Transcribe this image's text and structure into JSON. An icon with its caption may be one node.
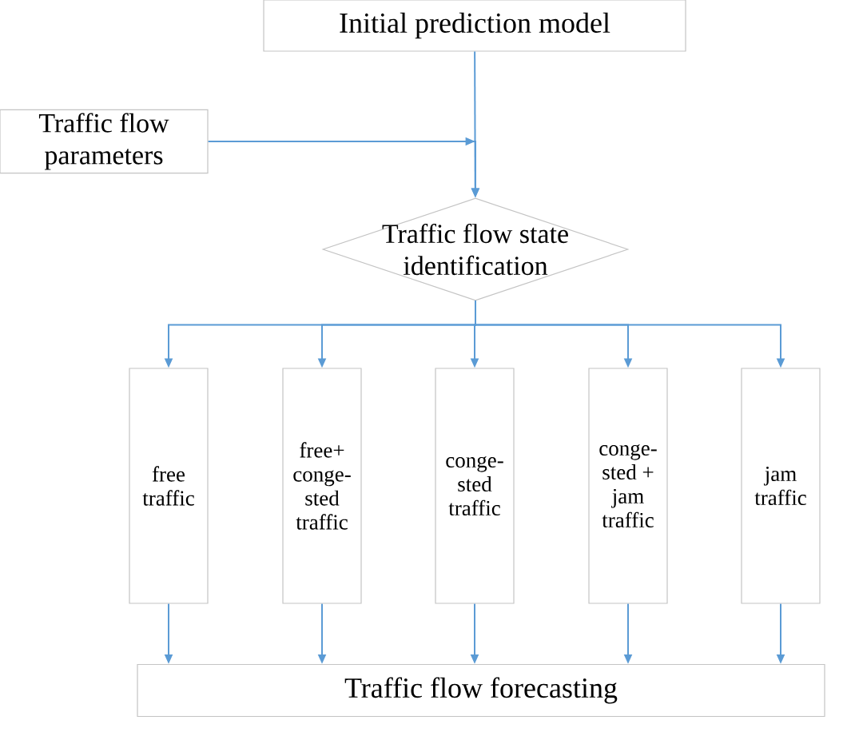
{
  "diagram": {
    "nodes": [
      {
        "text": [
          "Initial prediction model"
        ]
      },
      {
        "text": [
          "Traffic flow parameters"
        ]
      },
      {
        "text": [
          "Traffic flow state identification"
        ]
      },
      {
        "text": [
          "free traffic"
        ]
      },
      {
        "text": [
          "free+ conge- sted traffic"
        ]
      },
      {
        "text": [
          "conge- sted traffic"
        ]
      },
      {
        "text": [
          "conge- sted + jam traffic"
        ]
      },
      {
        "text": [
          "jam traffic"
        ]
      },
      {
        "text": [
          "Traffic flow forecasting"
        ]
      }
    ],
    "edges": [
      {
        "from": 0,
        "to": 2,
        "arrow": "to"
      },
      {
        "from": 1,
        "to": 2,
        "arrow": "to"
      },
      {
        "from": 2,
        "to": 3,
        "arrow": "to"
      },
      {
        "from": 2,
        "to": 4,
        "arrow": "to"
      },
      {
        "from": 2,
        "to": 5,
        "arrow": "to"
      },
      {
        "from": 2,
        "to": 6,
        "arrow": "to"
      },
      {
        "from": 2,
        "to": 7,
        "arrow": "to"
      },
      {
        "from": 3,
        "to": 8,
        "arrow": "to"
      },
      {
        "from": 4,
        "to": 8,
        "arrow": "to"
      },
      {
        "from": 5,
        "to": 8,
        "arrow": "to"
      },
      {
        "from": 6,
        "to": 8,
        "arrow": "to"
      },
      {
        "from": 7,
        "to": 8,
        "arrow": "to"
      }
    ]
  }
}
